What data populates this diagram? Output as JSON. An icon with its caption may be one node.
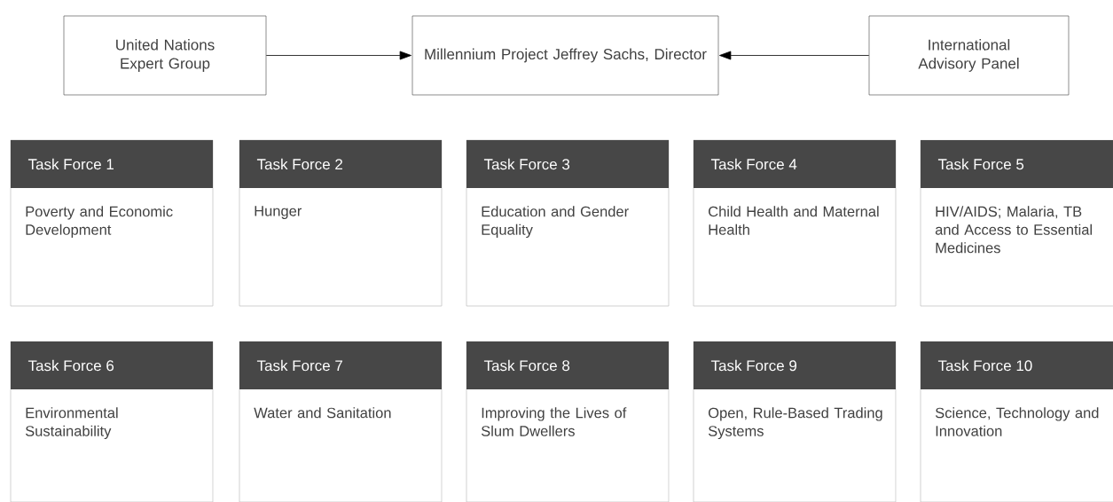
{
  "diagram": {
    "nodes": [
      {
        "text": [
          "United Nations Expert Group"
        ]
      },
      {
        "text": [
          "Millennium Project Jeffrey Sachs, Director"
        ]
      },
      {
        "text": [
          "International Advisory Panel"
        ]
      },
      {
        "text": [
          "Task Force 1",
          "Poverty and Economic Development"
        ]
      },
      {
        "text": [
          "Task Force 2",
          "Hunger"
        ]
      },
      {
        "text": [
          "Task Force 3",
          "Education and Gender Equality"
        ]
      },
      {
        "text": [
          "Task Force 4",
          "Child Health and Maternal Health"
        ]
      },
      {
        "text": [
          "Task Force 5",
          "HIV/AIDS; Malaria, TB and Access to Essential Medicines"
        ]
      },
      {
        "text": [
          "Task Force 6",
          "Environmental Sustainability"
        ]
      },
      {
        "text": [
          "Task Force 7",
          "Water and Sanitation"
        ]
      },
      {
        "text": [
          "Task Force 8",
          "Improving the Lives of Slum Dwellers"
        ]
      },
      {
        "text": [
          "Task Force 9",
          "Open, Rule-Based Trading Systems"
        ]
      },
      {
        "text": [
          "Task Force 10",
          "Science, Technology and Innovation"
        ]
      }
    ],
    "edges": [
      {
        "from": 0,
        "to": 1,
        "arrow": "to"
      },
      {
        "from": 2,
        "to": 1,
        "arrow": "to"
      }
    ]
  }
}
